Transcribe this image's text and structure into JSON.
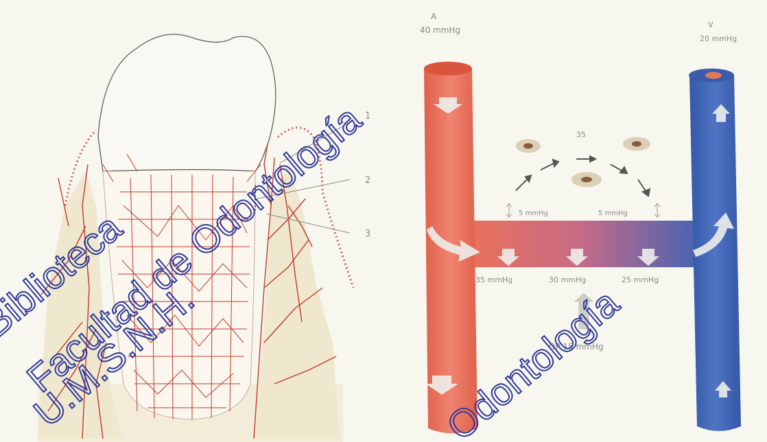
{
  "tooth_figure": {
    "callouts": [
      "1",
      "2",
      "3"
    ]
  },
  "vessel_figure": {
    "arterial_label": "A",
    "arterial_pressure": "40 mmHg",
    "venous_label": "V",
    "venous_pressure": "20 mmHg",
    "interstitial_pressure": "35",
    "left_drop": "5 mmHg",
    "right_drop": "5 mmHg",
    "capillary_pressures": [
      "35 mmHg",
      "30 mmHg",
      "25 mmHg"
    ],
    "oncotic_pressure": "OP 15 mmHg"
  },
  "watermark": {
    "line1": "Biblioteca",
    "line2": "Facultad de Odontología",
    "line3": "U.M.S.N.H.",
    "line4": "Odontología"
  },
  "colors": {
    "artery": "#e8715c",
    "vein": "#3f63b5",
    "vessel_lines": "#c0392b",
    "bone": "#efe8cf",
    "watermark": "#2f3a9a"
  }
}
